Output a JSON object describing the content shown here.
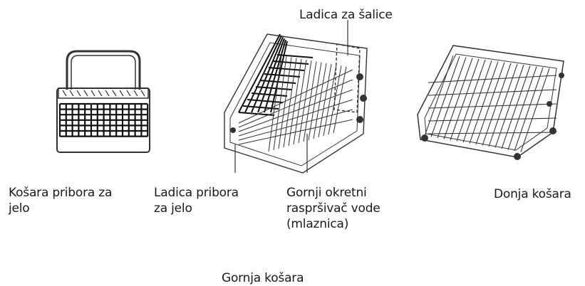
{
  "labels": {
    "cup_drawer": "Ladica za šalice",
    "cutlery_basket": "Košara pribora za\njelo",
    "cutlery_drawer": "Ladica pribora\nza jelo",
    "spray_arm": "Gornji okretni\nraspršivač vode\n(mlaznica)",
    "lower_basket": "Donja košara",
    "upper_basket": "Gornja košara"
  },
  "colors": {
    "ink": "#1a1a1a",
    "wire": "#333333",
    "background": "#ffffff"
  }
}
